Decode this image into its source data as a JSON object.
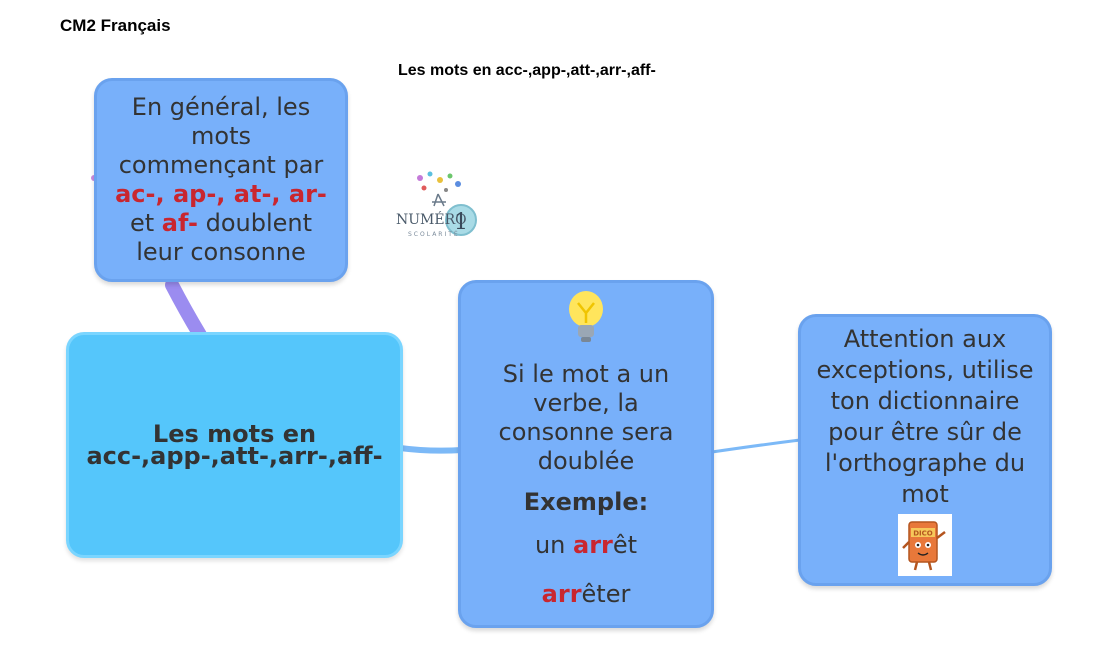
{
  "header": {
    "subject": "CM2 Français"
  },
  "document": {
    "title": "Les mots en acc-,app-,att-,arr-,aff-"
  },
  "logo": {
    "text": "NUMÉRO",
    "numeral": "1",
    "subtext": "SCOLARITÉ"
  },
  "mindmap": {
    "central": {
      "line1": "Les mots en",
      "line2": "acc-,app-,att-,arr-,aff-"
    },
    "rule": {
      "line1": "En général, les",
      "line2": "mots",
      "line3": "commençant par",
      "prefixes": "ac-, ap-, at-, ar-",
      "line5_a": "et ",
      "line5_prefix": "af-",
      "line5_b": " doublent",
      "line6": "leur consonne"
    },
    "verb": {
      "line1": "Si le mot a un",
      "line2": "verbe, la",
      "line3": "consonne sera",
      "line4": "doublée",
      "example_label": "Exemple:",
      "ex1_a": "un ",
      "ex1_prefix": "arr",
      "ex1_b": "êt",
      "ex2_prefix": "arr",
      "ex2_b": "êter"
    },
    "exceptions": {
      "line1": "Attention aux",
      "line2": "exceptions, utilise",
      "line3": "ton dictionnaire",
      "line4": "pour être sûr de",
      "line5": "l'orthographe du",
      "line6": "mot",
      "dico_label": "DICO"
    }
  },
  "colors": {
    "node_blue": "#78b0fa",
    "central_blue": "#55c6fb",
    "prefix_red": "#c9262f",
    "branch_purple": "#9b8cf0",
    "branch_blue": "#7cb9f7"
  }
}
